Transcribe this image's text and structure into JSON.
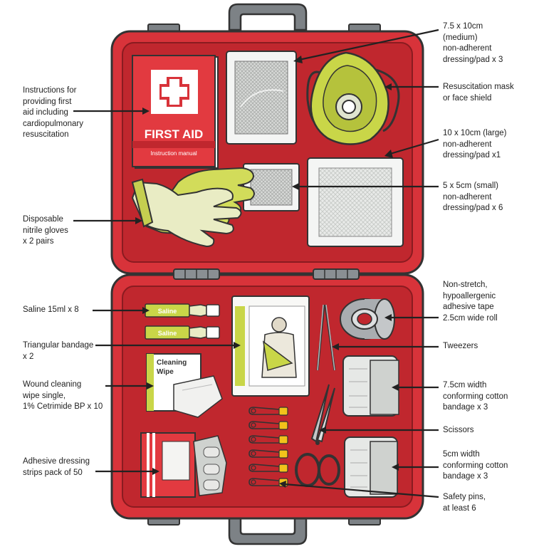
{
  "manual": {
    "title": "FIRST AID",
    "subtitle": "Instruction manual"
  },
  "items": {
    "saline_label": "Saline",
    "wipe_label": "Cleaning\nWipe"
  },
  "callouts": {
    "instructions": "Instructions for\nproviding first\naid including\ncardiopulmonary\nresuscitation",
    "gloves": "Disposable\nnitrile gloves\nx 2 pairs",
    "medium_pad": "7.5 x 10cm\n(medium)\nnon-adherent\ndressing/pad x 3",
    "mask": "Resuscitation mask\nor face shield",
    "large_pad": "10 x 10cm (large)\nnon-adherent\ndressing/pad x1",
    "small_pad": "5 x 5cm (small)\nnon-adherent\ndressing/pad x 6",
    "saline": "Saline 15ml x 8",
    "triangular": "Triangular bandage\nx 2",
    "wipe": "Wound cleaning\nwipe single,\n1% Cetrimide BP x 10",
    "strips": "Adhesive dressing\nstrips pack of 50",
    "tape": "Non-stretch,\nhypoallergenic\nadhesive tape\n2.5cm wide roll",
    "tweezers": "Tweezers",
    "bandage_75": "7.5cm width\nconforming cotton\nbandage x 3",
    "scissors": "Scissors",
    "bandage_5": "5cm width\nconforming cotton\nbandage x 3",
    "pins": "Safety pins,\nat least 6"
  },
  "colors": {
    "case_red": "#d8333a",
    "case_dark": "#b9262d",
    "outline": "#3a3a3a",
    "lime": "#c9d648",
    "gauze": "#e6e8e6",
    "handle": "#8a8f93",
    "pin_yellow": "#f2c21b"
  }
}
